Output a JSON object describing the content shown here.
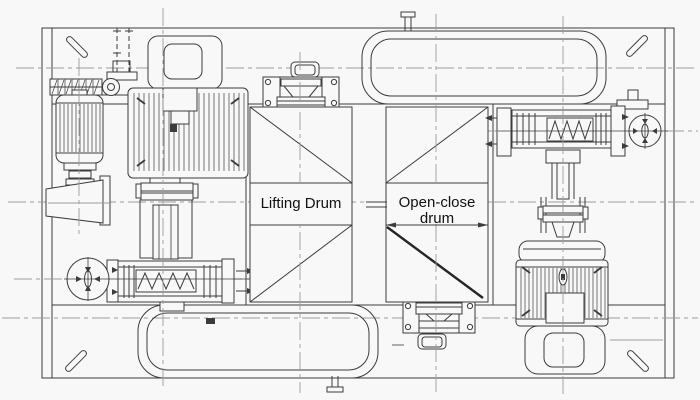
{
  "diagram": {
    "labels": {
      "lifting_drum": "Lifting Drum",
      "open_close_line1": "Open-close",
      "open_close_line2": "drum"
    },
    "colors": {
      "background": "#f8f8f8",
      "line": "#3c3c3c",
      "line_strong": "#262626",
      "centerline": "#9b9b9b",
      "text": "#111111"
    },
    "components": [
      "trolley-frame",
      "main-hoist-motor",
      "auxiliary-geared-motor",
      "gearbox-left",
      "lifting-drum",
      "open-close-drum",
      "spring-coupling-left",
      "spring-coupling-right",
      "hand-wheel-left",
      "hand-wheel-right",
      "rope-guide-top",
      "rope-guide-bottom",
      "rope-trough-top",
      "rope-trough-bottom",
      "open-close-motor",
      "drive-shaft-right",
      "corner-pins"
    ]
  }
}
